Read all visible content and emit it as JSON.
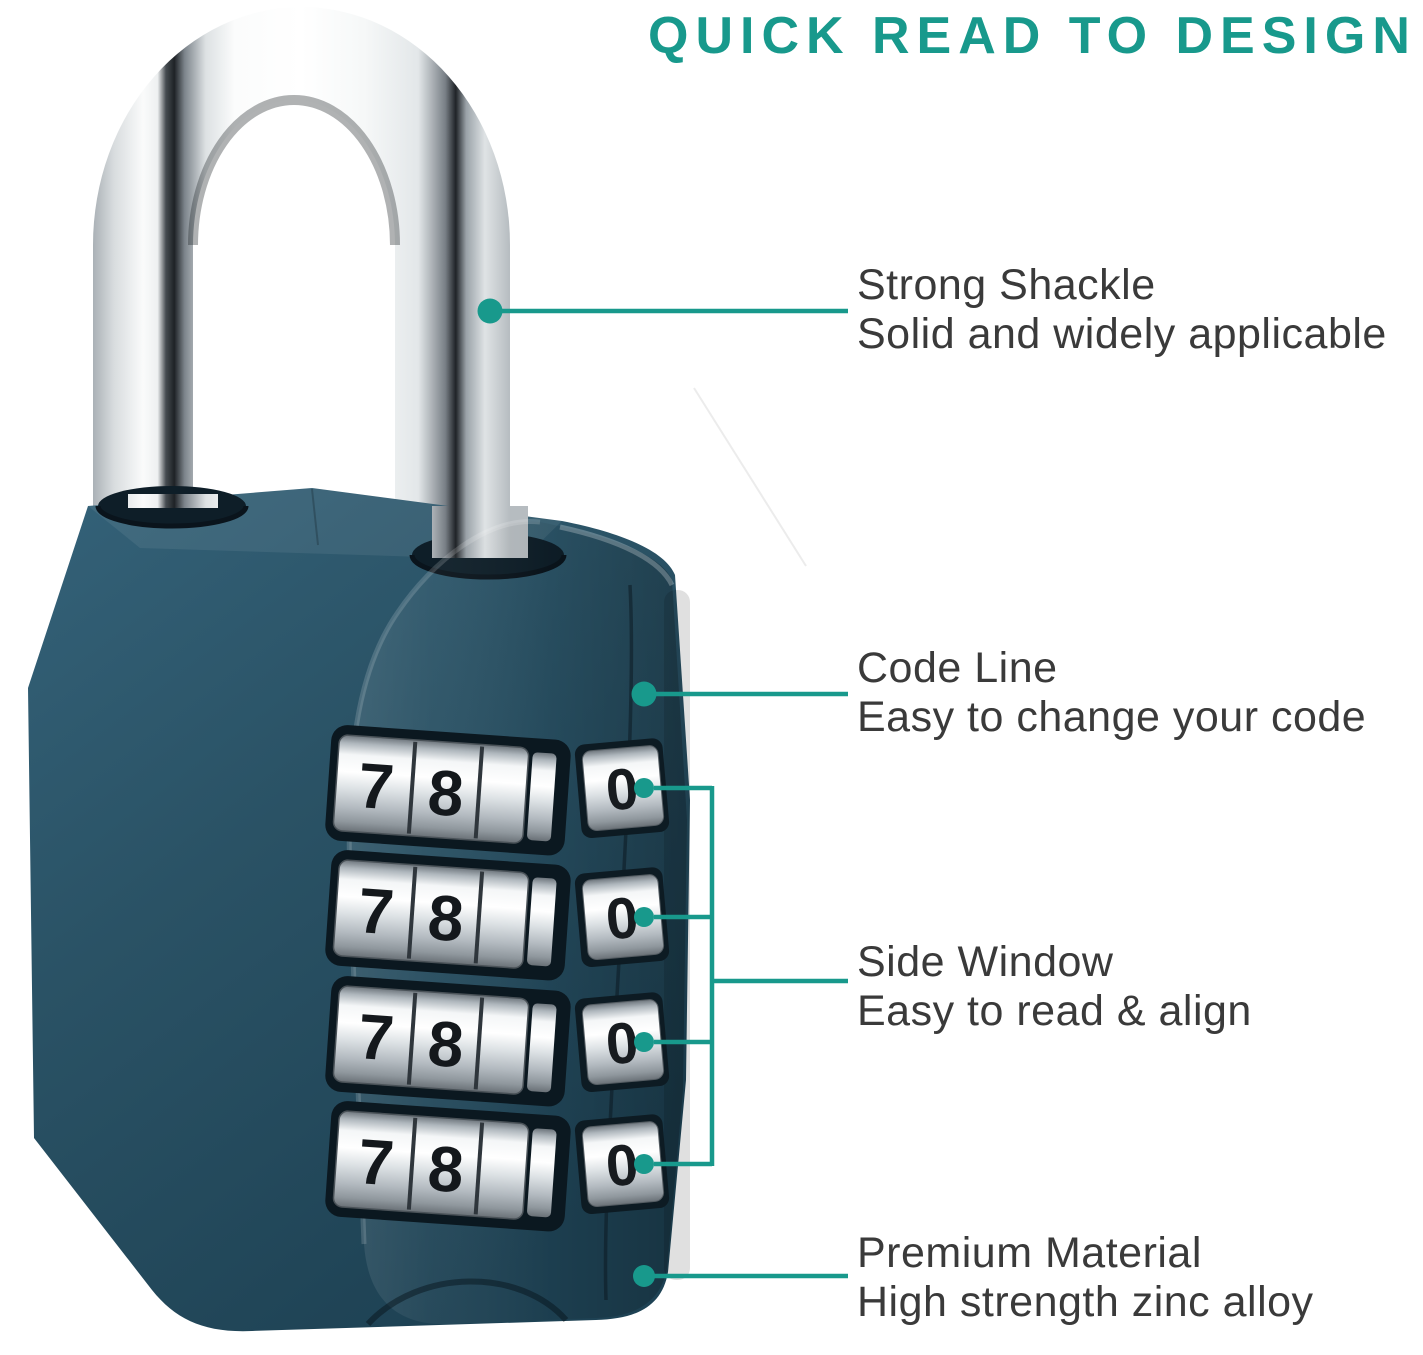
{
  "title": {
    "text": "QUICK READ TO DESIGN"
  },
  "colors": {
    "accent": "#18998c",
    "title": "#18998c",
    "label_text": "#3a3a3a",
    "lock_body": "#2a5264",
    "chrome": "#e8ecee"
  },
  "annotations": [
    {
      "label": "Strong Shackle",
      "description": "Solid and widely applicable"
    },
    {
      "label": "Code Line",
      "description": "Easy to change your code"
    },
    {
      "label": "Side Window",
      "description": "Easy to read & align"
    },
    {
      "label": "Premium Material",
      "description": "High strength zinc alloy"
    }
  ],
  "padlock": {
    "front_dial_digits": [
      "7",
      "8"
    ],
    "side_window_digit": "0",
    "front_dial_rows": 4,
    "side_window_rows": 4
  }
}
